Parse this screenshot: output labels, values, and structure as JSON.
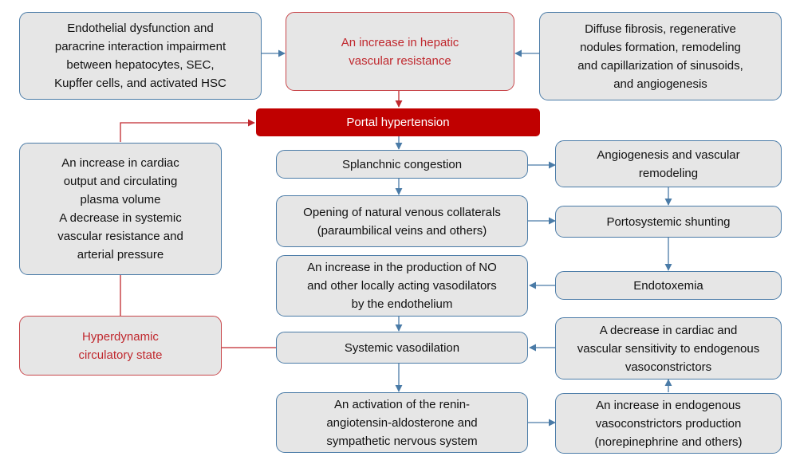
{
  "diagram": {
    "nodes": {
      "endothelial": "Endothelial dysfunction and\nparacrine interaction impairment\nbetween hepatocytes, SEC,\nKupffer cells, and activated HSC",
      "resistance": "An increase in hepatic\nvascular resistance",
      "fibrosis": "Diffuse fibrosis, regenerative\nnodules formation, remodeling\nand capillarization of sinusoids,\nand angiogenesis",
      "portal": "Portal hypertension",
      "cardiac": "An increase in cardiac\noutput and circulating\nplasma volume\nA decrease in systemic\nvascular resistance and\narterial pressure",
      "splanchnic": "Splanchnic congestion",
      "angiogenesis": "Angiogenesis and vascular\nremodeling",
      "collaterals": "Opening of natural venous collaterals\n(paraumbilical veins and others)",
      "shunting": "Portosystemic shunting",
      "no_production": "An increase in the production of NO\nand other locally acting vasodilators\nby the endothelium",
      "endotoxemia": "Endotoxemia",
      "hyperdynamic": "Hyperdynamic\ncirculatory state",
      "vasodilation": "Systemic vasodilation",
      "sensitivity": "A decrease in cardiac and\nvascular sensitivity to endogenous\nvasoconstrictors",
      "raas": "An activation of the renin-\nangiotensin-aldosterone and\nsympathetic nervous system",
      "vasoconstrictors": "An increase in endogenous\nvasoconstrictors production\n(norepinephrine and others)"
    },
    "colors": {
      "box_fill": "#e6e6e6",
      "box_border": "#4a7ba7",
      "arrow_blue": "#4a7ba7",
      "arrow_red": "#c0282e",
      "accent_red": "#c00000"
    }
  }
}
